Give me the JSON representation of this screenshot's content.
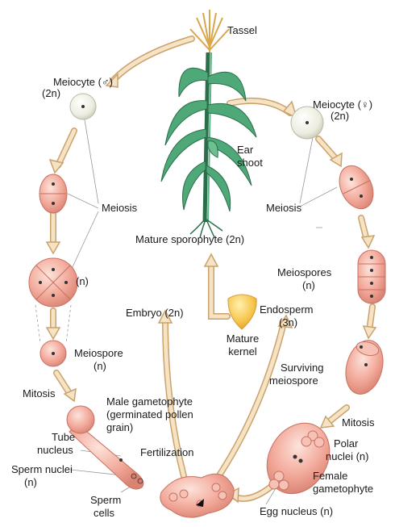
{
  "labels": {
    "tassel": "Tassel",
    "meiocyte_male_1": "Meiocyte (♂)",
    "meiocyte_male_2": "(2n)",
    "meiocyte_female_1": "Meiocyte (♀)",
    "meiocyte_female_2": "(2n)",
    "ear_shoot_1": "Ear",
    "ear_shoot_2": "shoot",
    "meiosis_left": "Meiosis",
    "meiosis_right": "Meiosis",
    "mature_sporophyte": "Mature sporophyte (2n)",
    "haploid_n": "(n)",
    "meiospores_1": "Meiospores",
    "meiospores_2": "(n)",
    "embryo": "Embryo (2n)",
    "endosperm_1": "Endosperm",
    "endosperm_2": "(3n)",
    "mature_kernel_1": "Mature",
    "mature_kernel_2": "kernel",
    "meiospore_1": "Meiospore",
    "meiospore_2": "(n)",
    "surviving_meiospore_1": "Surviving",
    "surviving_meiospore_2": "meiospore",
    "mitosis_left": "Mitosis",
    "mitosis_right": "Mitosis",
    "male_gametophyte_1": "Male gametophyte",
    "male_gametophyte_2": "(germinated pollen",
    "male_gametophyte_3": "grain)",
    "tube_nucleus_1": "Tube",
    "tube_nucleus_2": "nucleus",
    "fertilization": "Fertilization",
    "polar_nuclei_1": "Polar",
    "polar_nuclei_2": "nuclei (n)",
    "sperm_nuclei_1": "Sperm nuclei",
    "sperm_nuclei_2": "(n)",
    "female_gametophyte_1": "Female",
    "female_gametophyte_2": "gametophyte",
    "sperm_cells_1": "Sperm",
    "sperm_cells_2": "cells",
    "egg_nucleus": "Egg nucleus (n)"
  },
  "colors": {
    "cell_pink": "#f2a99a",
    "cell_pink_dark": "#d97a6a",
    "arrow_fill": "#f6e3c4",
    "arrow_stroke": "#c9a26e",
    "plant_green": "#3f9a6a",
    "plant_dark": "#2a6e4a",
    "tassel": "#e8c46a",
    "kernel": "#f5c64a",
    "meiocyte": "#efefe6"
  }
}
